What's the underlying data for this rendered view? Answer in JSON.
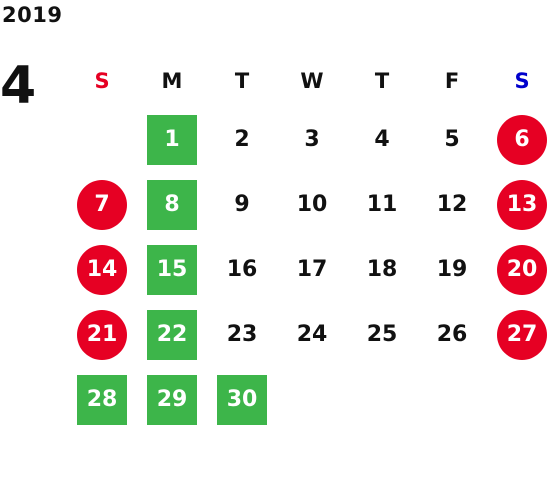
{
  "calendar": {
    "year": "2019",
    "month": "4",
    "colors": {
      "sunday": "#e60023",
      "saturday": "#0000cc",
      "holiday_circle": "#e60023",
      "highlight_square": "#3db54a"
    },
    "weekdays": [
      {
        "label": "S",
        "color": "#e60023"
      },
      {
        "label": "M",
        "color": "#111111"
      },
      {
        "label": "T",
        "color": "#111111"
      },
      {
        "label": "W",
        "color": "#111111"
      },
      {
        "label": "T",
        "color": "#111111"
      },
      {
        "label": "F",
        "color": "#111111"
      },
      {
        "label": "S",
        "color": "#0000cc"
      }
    ],
    "weeks": [
      [
        {
          "day": "",
          "style": "none"
        },
        {
          "day": "1",
          "style": "green"
        },
        {
          "day": "2",
          "style": "plain"
        },
        {
          "day": "3",
          "style": "plain"
        },
        {
          "day": "4",
          "style": "plain"
        },
        {
          "day": "5",
          "style": "plain"
        },
        {
          "day": "6",
          "style": "red"
        }
      ],
      [
        {
          "day": "7",
          "style": "red"
        },
        {
          "day": "8",
          "style": "green"
        },
        {
          "day": "9",
          "style": "plain"
        },
        {
          "day": "10",
          "style": "plain"
        },
        {
          "day": "11",
          "style": "plain"
        },
        {
          "day": "12",
          "style": "plain"
        },
        {
          "day": "13",
          "style": "red"
        }
      ],
      [
        {
          "day": "14",
          "style": "red"
        },
        {
          "day": "15",
          "style": "green"
        },
        {
          "day": "16",
          "style": "plain"
        },
        {
          "day": "17",
          "style": "plain"
        },
        {
          "day": "18",
          "style": "plain"
        },
        {
          "day": "19",
          "style": "plain"
        },
        {
          "day": "20",
          "style": "red"
        }
      ],
      [
        {
          "day": "21",
          "style": "red"
        },
        {
          "day": "22",
          "style": "green"
        },
        {
          "day": "23",
          "style": "plain"
        },
        {
          "day": "24",
          "style": "plain"
        },
        {
          "day": "25",
          "style": "plain"
        },
        {
          "day": "26",
          "style": "plain"
        },
        {
          "day": "27",
          "style": "red"
        }
      ],
      [
        {
          "day": "28",
          "style": "green"
        },
        {
          "day": "29",
          "style": "green"
        },
        {
          "day": "30",
          "style": "green"
        },
        {
          "day": "",
          "style": "none"
        },
        {
          "day": "",
          "style": "none"
        },
        {
          "day": "",
          "style": "none"
        },
        {
          "day": "",
          "style": "none"
        }
      ]
    ]
  }
}
